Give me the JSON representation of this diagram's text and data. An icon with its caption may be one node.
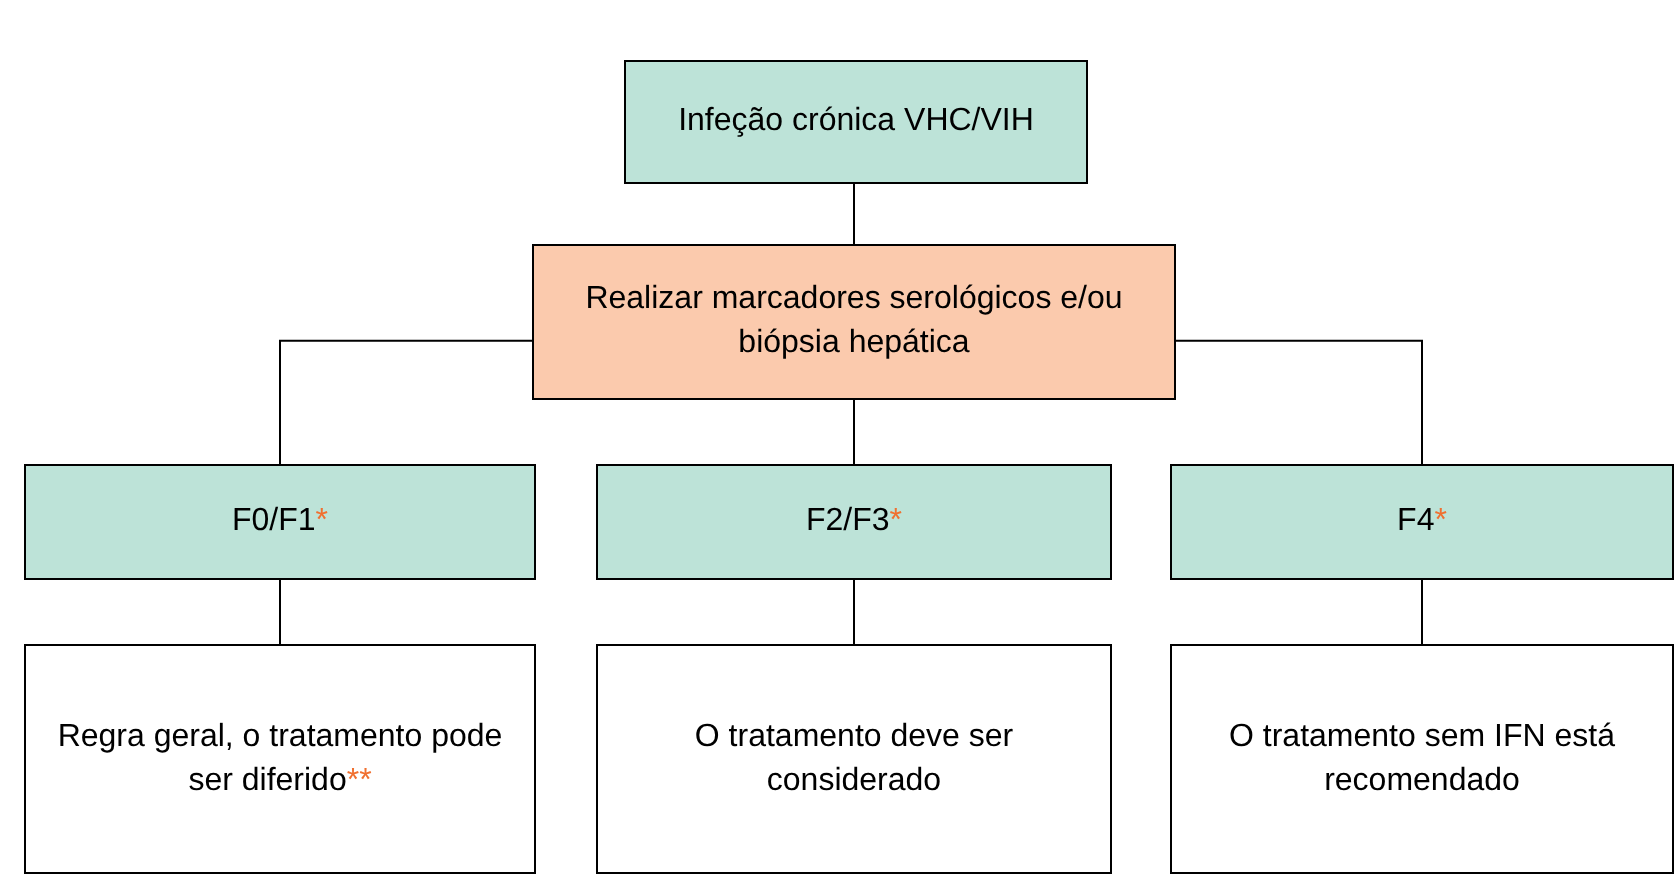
{
  "diagram": {
    "nodes": [
      {
        "text": [
          "Infeção crónica VHC/VIH"
        ]
      },
      {
        "text": [
          "Realizar marcadores serológicos e/ou biópsia hepática"
        ]
      },
      {
        "text": [
          "F0/F1",
          "*"
        ]
      },
      {
        "text": [
          "F2/F3",
          "*"
        ]
      },
      {
        "text": [
          "F4",
          "*"
        ]
      },
      {
        "text": [
          "Regra geral, o tratamento pode ser diferido",
          "**"
        ]
      },
      {
        "text": [
          "O tratamento deve ser considerado"
        ]
      },
      {
        "text": [
          "O tratamento sem IFN está recomendado"
        ]
      }
    ],
    "edges": [
      {
        "from": 0,
        "to": 1,
        "arrow": "none"
      },
      {
        "from": 1,
        "to": 2,
        "arrow": "none"
      },
      {
        "from": 1,
        "to": 3,
        "arrow": "none"
      },
      {
        "from": 1,
        "to": 4,
        "arrow": "none"
      },
      {
        "from": 2,
        "to": 5,
        "arrow": "none"
      },
      {
        "from": 3,
        "to": 6,
        "arrow": "none"
      },
      {
        "from": 4,
        "to": 7,
        "arrow": "none"
      }
    ]
  }
}
